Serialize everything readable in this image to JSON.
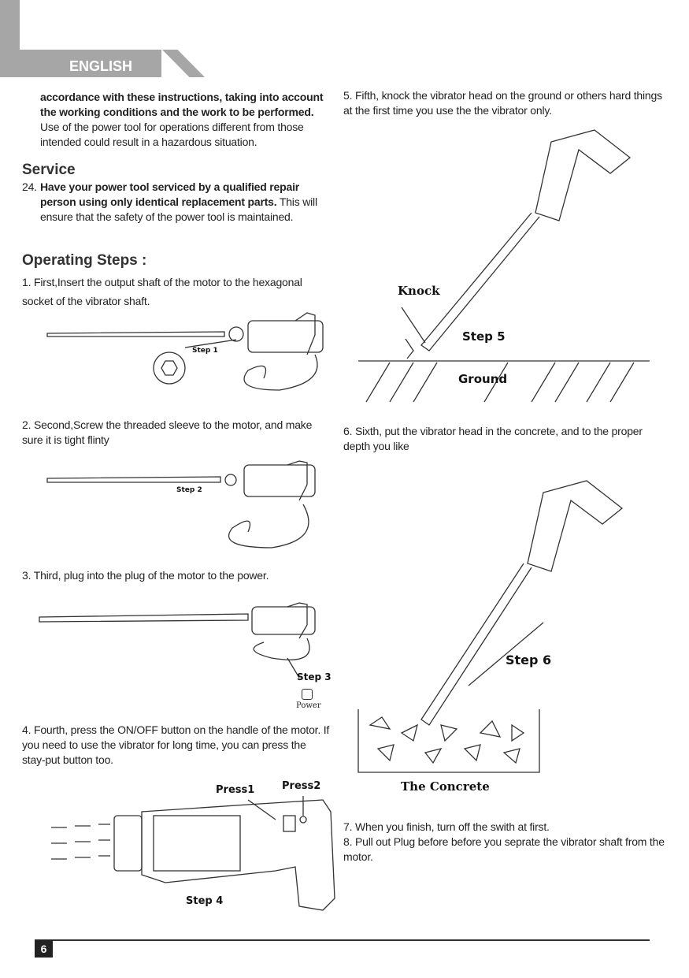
{
  "header": {
    "language": "ENGLISH"
  },
  "left": {
    "intro_bold": "accordance with these instructions, taking into account the working conditions and the work to be performed.",
    "intro_text": "Use of the power tool for operations different from those intended could result in a hazardous situation.",
    "service_heading": "Service",
    "service_num": "24.",
    "service_bold": "Have your power tool serviced by a qualified repair person using only identical replacement parts.",
    "service_text": " This will ensure that the safety of the power tool is maintained.",
    "operating_heading": "Operating Steps :",
    "step1": "1. First,Insert the output shaft of the motor to the hexagonal socket of the vibrator shaft.",
    "step2": "2. Second,Screw the threaded sleeve to the motor, and make sure it is tight flinty",
    "step3": "3. Third, plug into the plug of the motor to the power.",
    "step4": "4. Fourth, press the ON/OFF button on the handle of the motor. If you need to use the vibrator for long time, you can press the stay-put button too."
  },
  "right": {
    "step5": "5. Fifth, knock the vibrator head on the ground or others hard things at the first time you use the the vibrator only.",
    "step6": "6. Sixth, put the vibrator head in the concrete, and to the proper depth you like",
    "step7": "7. When you finish, turn off the swith at first.",
    "step8": "8. Pull out Plug before before you seprate the vibrator shaft from the motor."
  },
  "figures": {
    "step1": "Step 1",
    "step2": "Step 2",
    "step3": "Step 3",
    "power": "Power",
    "step4": "Step 4",
    "press1": "Press1",
    "press2": "Press2",
    "knock": "Knock",
    "step5": "Step 5",
    "ground": "Ground",
    "step6": "Step 6",
    "concrete": "The Concrete"
  },
  "footer": {
    "page_number": "6"
  },
  "colors": {
    "header_gray": "#a6a6a6",
    "page_box": "#222222"
  }
}
